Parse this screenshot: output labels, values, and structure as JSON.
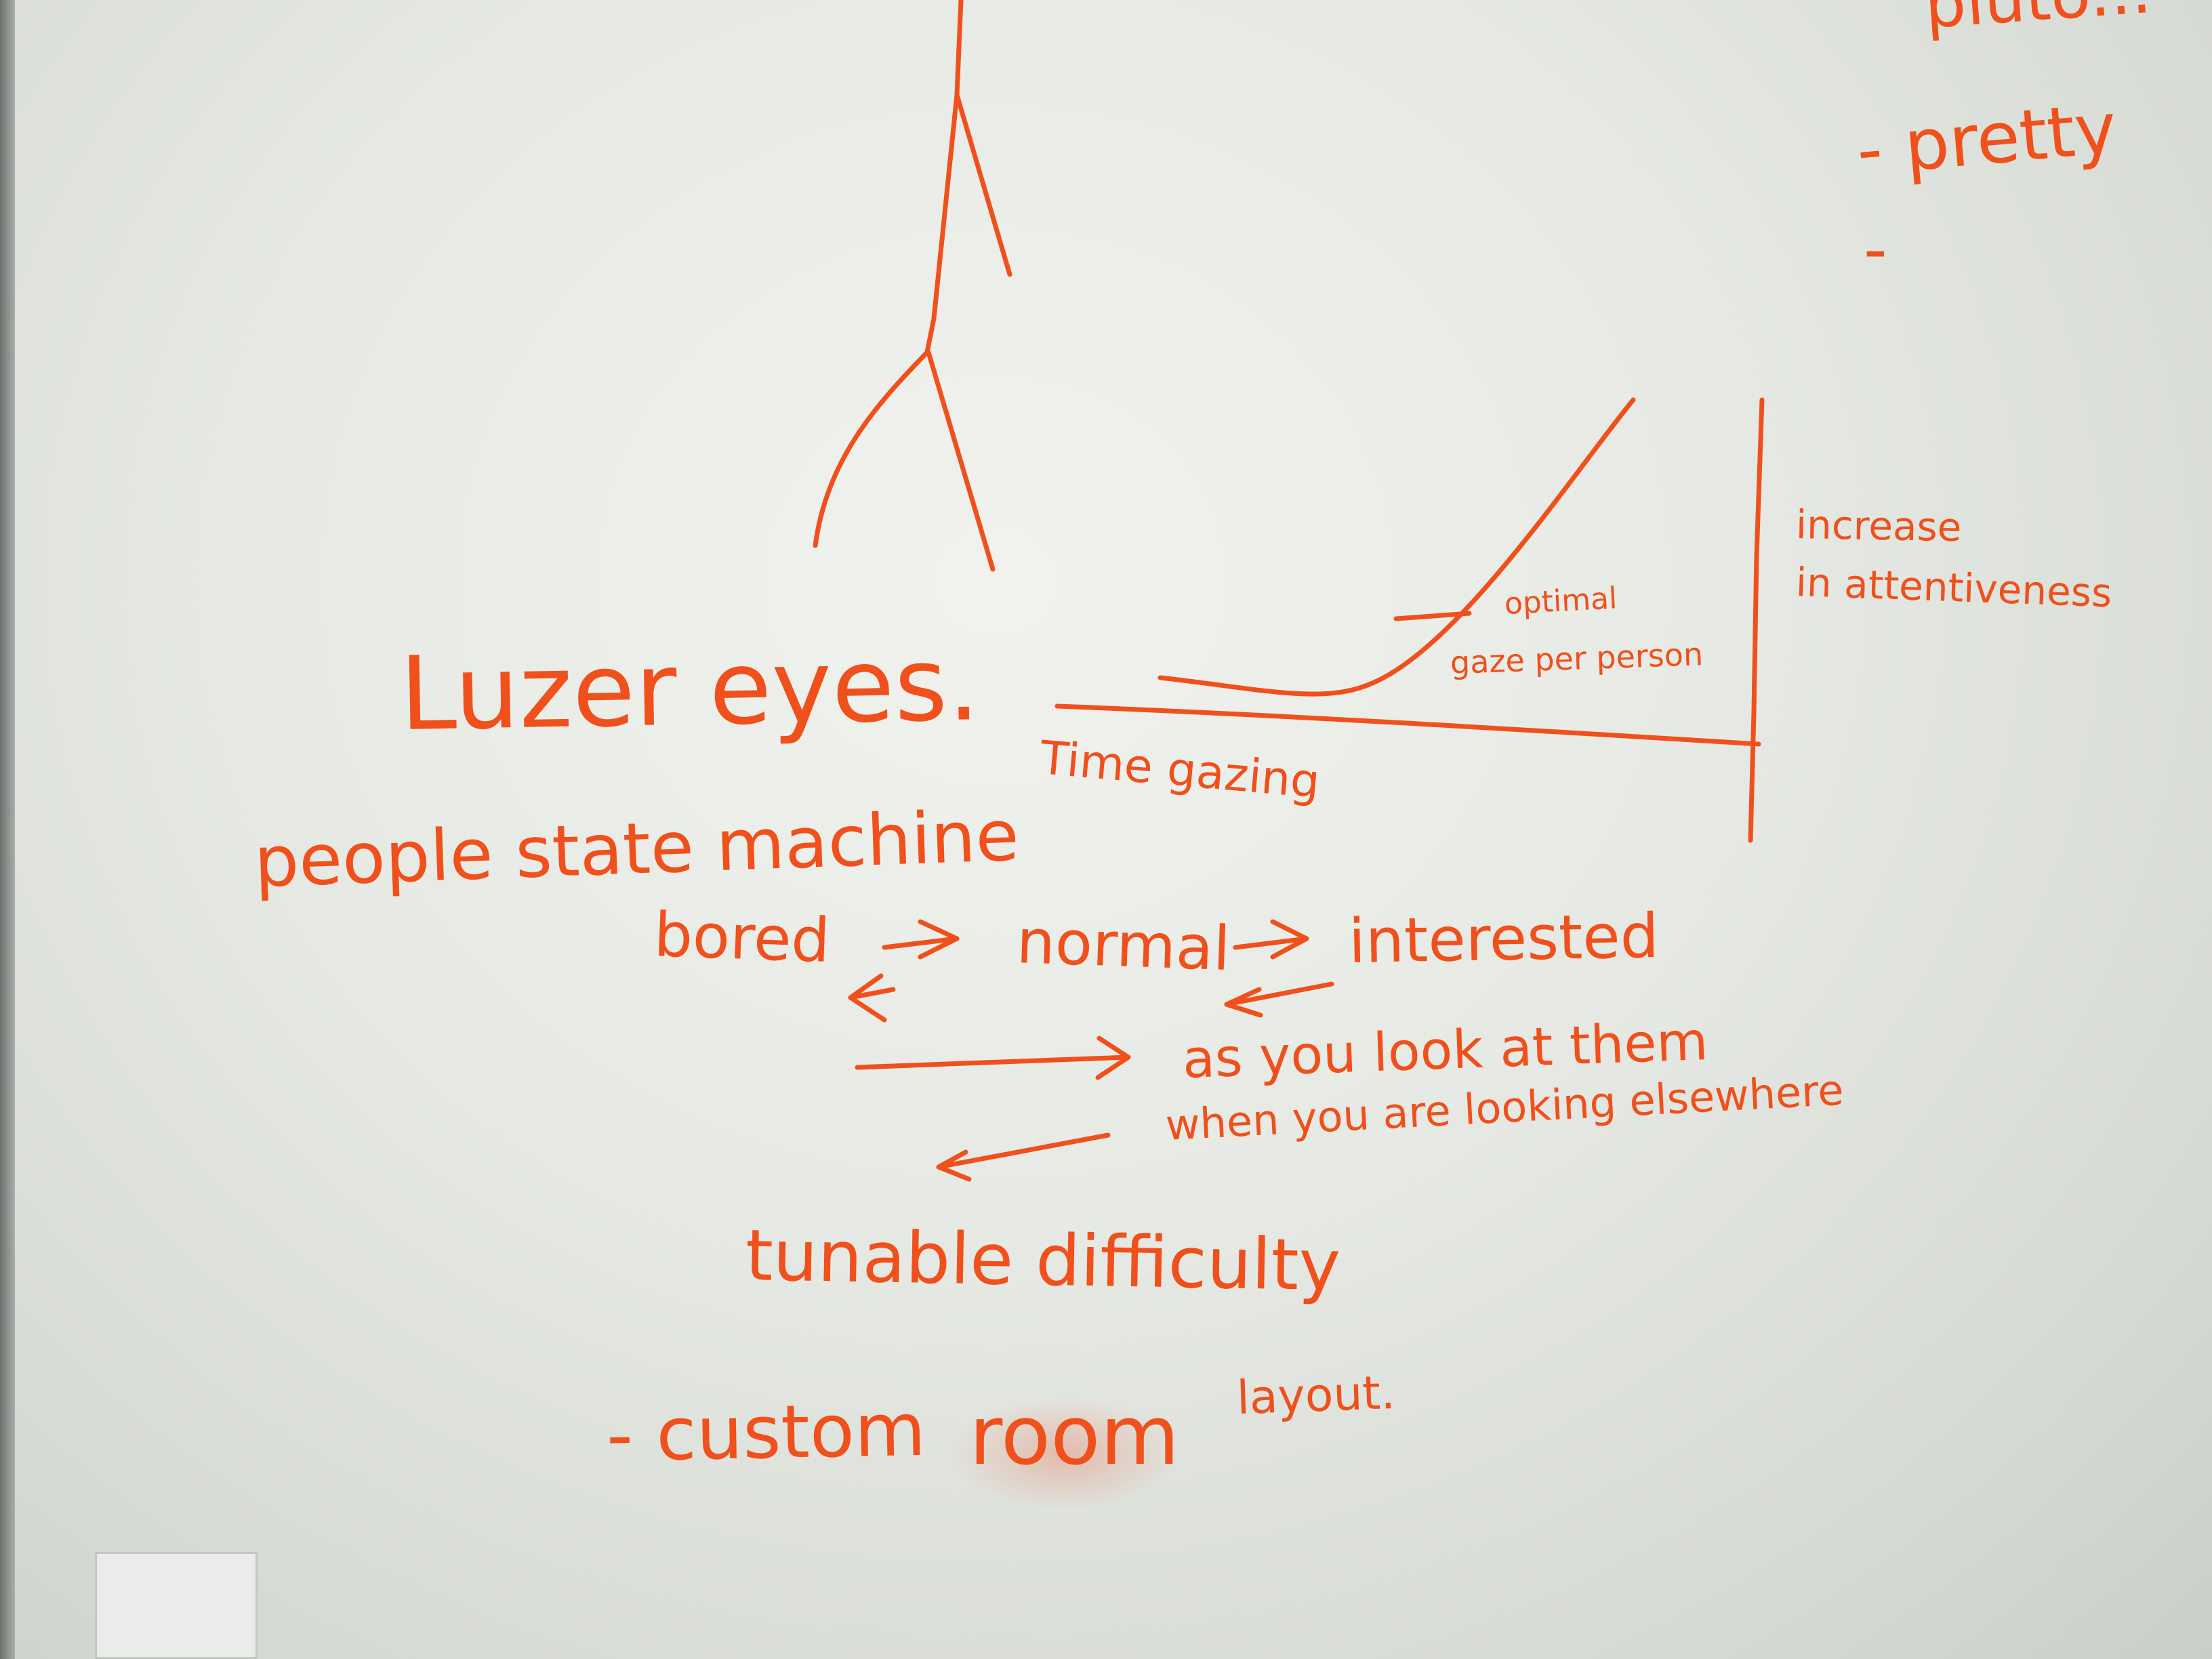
{
  "colors": {
    "marker": "#f0501c",
    "board": "#e6e9e3"
  },
  "notes": {
    "corner_top": "pluto...",
    "corner_pretty": "- pretty",
    "corner_dash": "-",
    "graph_y_label_line1": "increase",
    "graph_y_label_line2": "in attentiveness",
    "graph_optimal_line1": "optimal",
    "graph_optimal_line2": "gaze per person",
    "graph_x_label": "Time gazing",
    "title": "Luzer eyes.",
    "subtitle": "people state machine",
    "state_bored": "bored",
    "state_normal": "normal",
    "state_interested": "interested",
    "look_at": "as you look at them",
    "look_elsewhere": "when you are looking elsewhere",
    "tunable": "tunable difficulty",
    "custom_prefix": "- custom",
    "custom_room": "room",
    "custom_layout": "layout."
  }
}
